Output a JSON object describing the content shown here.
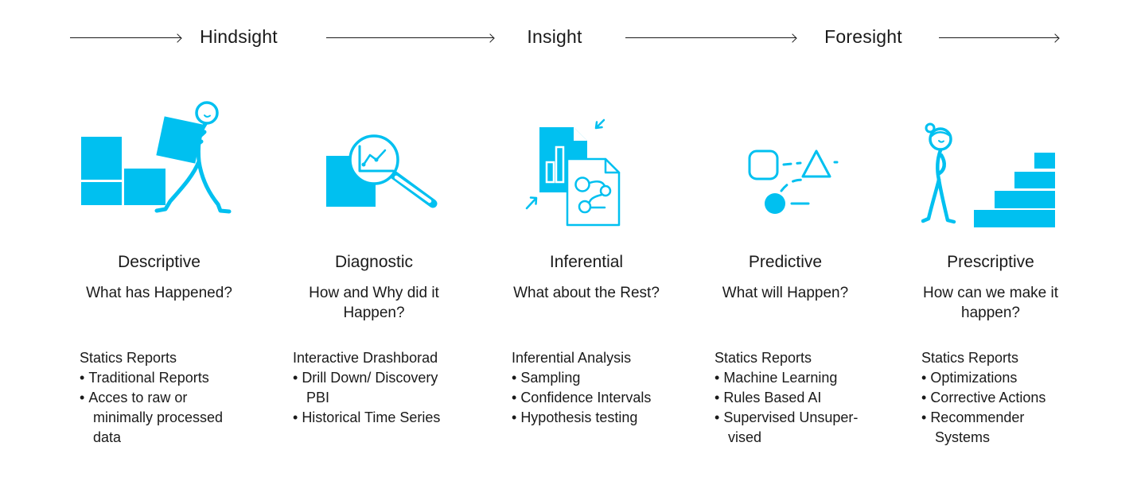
{
  "page": {
    "accent_color": "#00c0f0",
    "text_color": "#1a1a1a",
    "background": "#ffffff"
  },
  "header": {
    "stages": [
      "Hindsight",
      "Insight",
      "Foresight"
    ]
  },
  "columns": [
    {
      "icon": "person-carrying-box-icon",
      "title": "Descriptive",
      "question": "What has Happened?",
      "list_title": "Statics Reports",
      "bullets": [
        "Traditional Reports",
        "Acces to raw or\nminimally processed\ndata"
      ]
    },
    {
      "icon": "magnifier-chart-icon",
      "title": "Diagnostic",
      "question": "How and Why did it\nHappen?",
      "list_title": "Interactive Drashborad",
      "bullets": [
        "Drill Down/ Discovery\nPBI",
        "Historical Time Series"
      ]
    },
    {
      "icon": "documents-arrows-icon",
      "title": "Inferential",
      "question": "What about the Rest?",
      "list_title": "Inferential Analysis",
      "bullets": [
        "Sampling",
        "Confidence Intervals",
        "Hypothesis testing"
      ]
    },
    {
      "icon": "shapes-flow-icon",
      "title": "Predictive",
      "question": "What will Happen?",
      "list_title": "Statics Reports",
      "bullets": [
        "Machine Learning",
        "Rules Based AI",
        "Supervised Unsuper-\nvised"
      ]
    },
    {
      "icon": "person-stairs-icon",
      "title": "Prescriptive",
      "question": "How can we make it\nhappen?",
      "list_title": "Statics Reports",
      "bullets": [
        "Optimizations",
        "Corrective Actions",
        "Recommender\nSystems"
      ]
    }
  ]
}
